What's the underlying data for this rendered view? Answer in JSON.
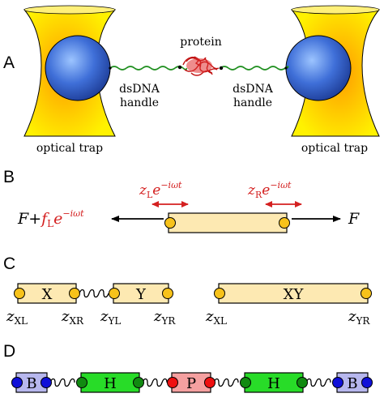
{
  "panels": {
    "A": {
      "letter": "A",
      "protein_label": "protein",
      "handle_left_line1": "dsDNA",
      "handle_left_line2": "handle",
      "handle_right_line1": "dsDNA",
      "handle_right_line2": "handle",
      "trap_left": "optical trap",
      "trap_right": "optical trap"
    },
    "B": {
      "letter": "B",
      "z_left_base": "z",
      "z_left_sub": "L",
      "z_left_exp": "e",
      "z_left_pow": "−iωt",
      "z_right_base": "z",
      "z_right_sub": "R",
      "z_right_exp": "e",
      "z_right_pow": "−iωt",
      "force_left_F": "F",
      "force_left_plus": "+",
      "force_left_f": "f",
      "force_left_sub": "L",
      "force_left_e": "e",
      "force_left_pow": "−iωt",
      "force_right": "F"
    },
    "C": {
      "letter": "C",
      "box_x": "X",
      "box_y": "Y",
      "box_xy": "XY",
      "labels": [
        {
          "base": "z",
          "sub": "XL"
        },
        {
          "base": "z",
          "sub": "XR"
        },
        {
          "base": "z",
          "sub": "YL"
        },
        {
          "base": "z",
          "sub": "YR"
        },
        {
          "base": "z",
          "sub": "XL"
        },
        {
          "base": "z",
          "sub": "YR"
        }
      ]
    },
    "D": {
      "letter": "D",
      "segments": [
        "B",
        "H",
        "P",
        "H",
        "B"
      ]
    }
  },
  "colors": {
    "bead": "#3f6fd8",
    "trap": "#f2c200",
    "dna": "#1f8f1f",
    "protein": "#d01818",
    "annotation_red": "#d42020",
    "box_fill": "#fde9b2",
    "end_yellow": "#f7c21a",
    "seg_blue": "#b7b7ee",
    "seg_green": "#28dc28",
    "seg_red": "#f5a0a0",
    "end_blue": "#1010d8",
    "end_green": "#118a11",
    "end_red": "#ee1010"
  }
}
